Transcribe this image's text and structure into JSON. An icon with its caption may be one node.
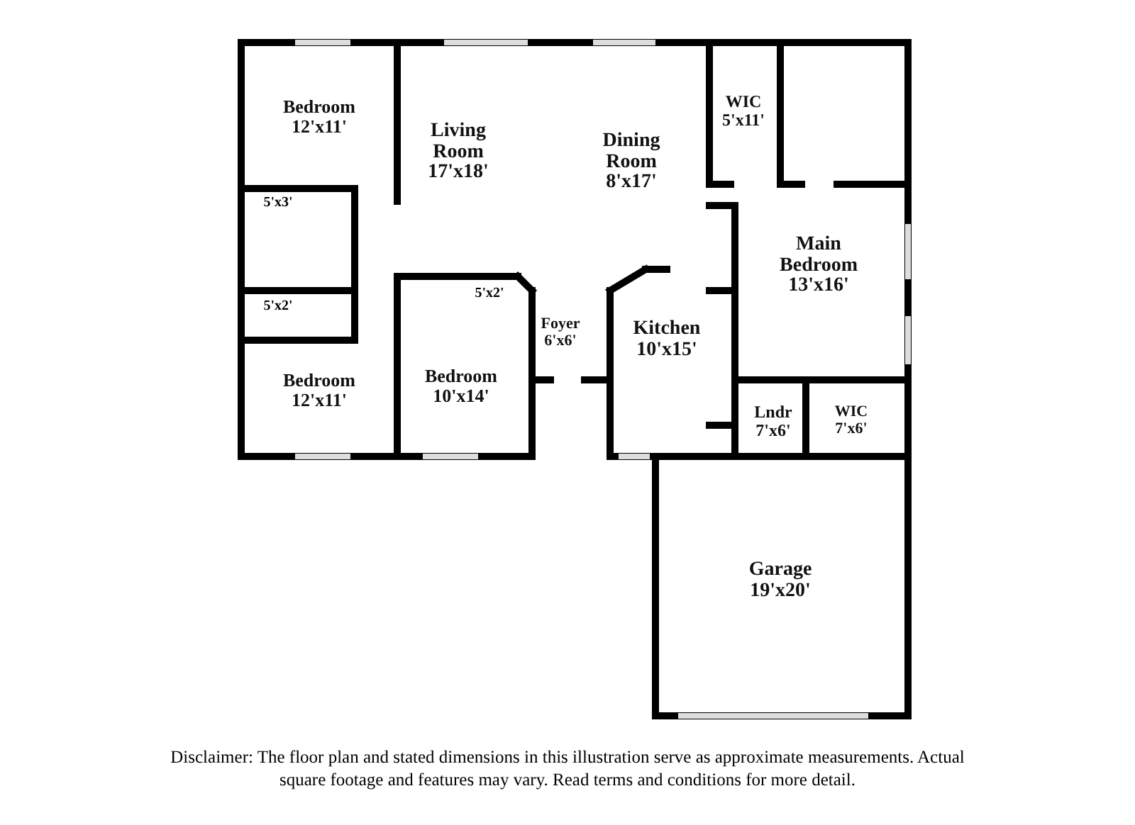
{
  "diagram": {
    "caption": "Disclaimer: The floor plan and stated dimensions in this illustration serve as approximate measurements. Actual square footage and features may vary. Read terms and conditions for more detail.",
    "nodes": [
      {
        "text": [
          "Bedroom",
          "12'x11'"
        ]
      },
      {
        "text": [
          "Living Room",
          "17'x18'"
        ]
      },
      {
        "text": [
          "Dining Room",
          "8'x17'"
        ]
      },
      {
        "text": [
          "WIC",
          "5'x11'"
        ]
      },
      {
        "text": [
          "Main Bedroom",
          "13'x16'"
        ]
      },
      {
        "text": [
          "Foyer",
          "6'x6'"
        ]
      },
      {
        "text": [
          "Kitchen",
          "10'x15'"
        ]
      },
      {
        "text": [
          "Bedroom",
          "12'x11'"
        ]
      },
      {
        "text": [
          "Bedroom",
          "10'x14'"
        ]
      },
      {
        "text": [
          "Lndr",
          "7'x6'"
        ]
      },
      {
        "text": [
          "WIC",
          "7'x6'"
        ]
      },
      {
        "text": [
          "Garage",
          "19'x20'"
        ]
      }
    ],
    "edges": [],
    "labels": [
      "5'x3'",
      "5'x2'",
      "5'x2'"
    ]
  }
}
